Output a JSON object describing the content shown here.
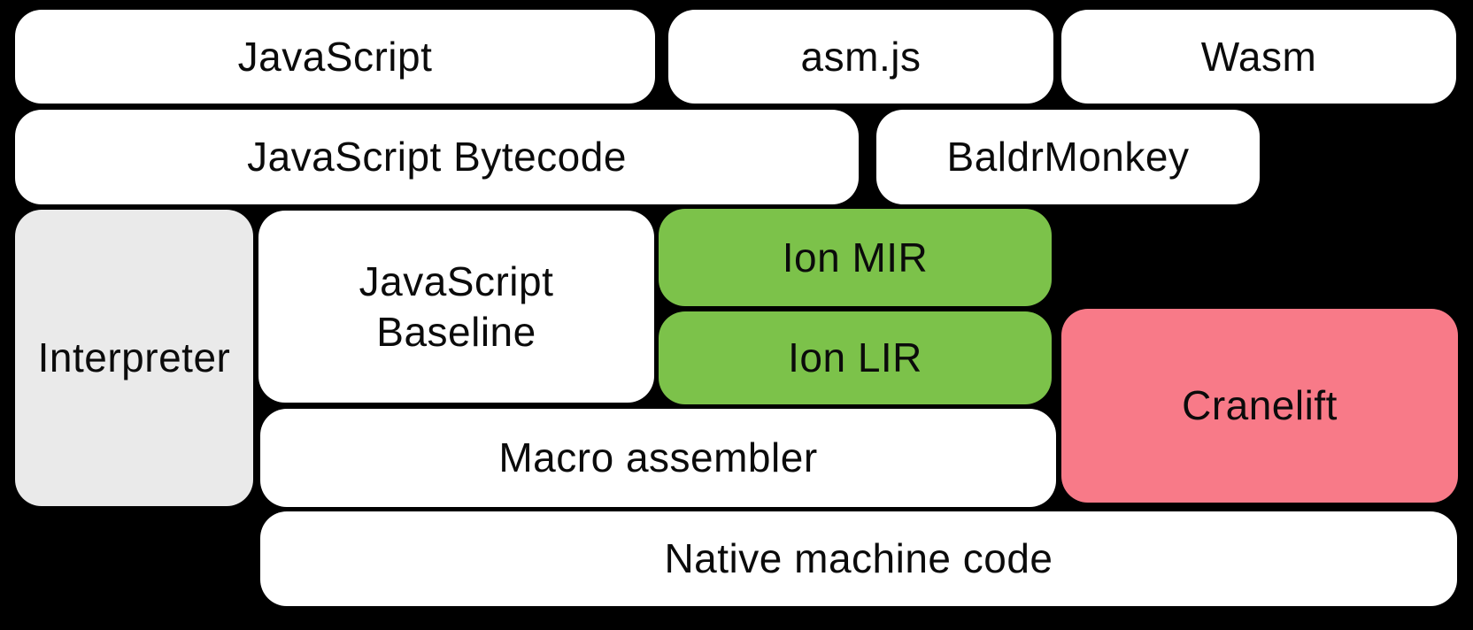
{
  "diagram": {
    "boxes": {
      "javascript": {
        "label": "JavaScript"
      },
      "asmjs": {
        "label": "asm.js"
      },
      "wasm": {
        "label": "Wasm"
      },
      "bytecode": {
        "label": "JavaScript Bytecode"
      },
      "baldrmonkey": {
        "label": "BaldrMonkey"
      },
      "interpreter": {
        "label": "Interpreter"
      },
      "baseline": {
        "label": "JavaScript Baseline",
        "line1": "JavaScript",
        "line2": "Baseline"
      },
      "ion_mir": {
        "label": "Ion MIR"
      },
      "ion_lir": {
        "label": "Ion LIR"
      },
      "cranelift": {
        "label": "Cranelift"
      },
      "macro_assembler": {
        "label": "Macro assembler"
      },
      "native": {
        "label": "Native machine code"
      }
    }
  },
  "colors": {
    "background": "#000000",
    "box_default": "#FFFFFF",
    "interpreter": "#EAEAEA",
    "ion": "#7CC24A",
    "cranelift": "#F87A88",
    "text": "#0B0B0B"
  }
}
